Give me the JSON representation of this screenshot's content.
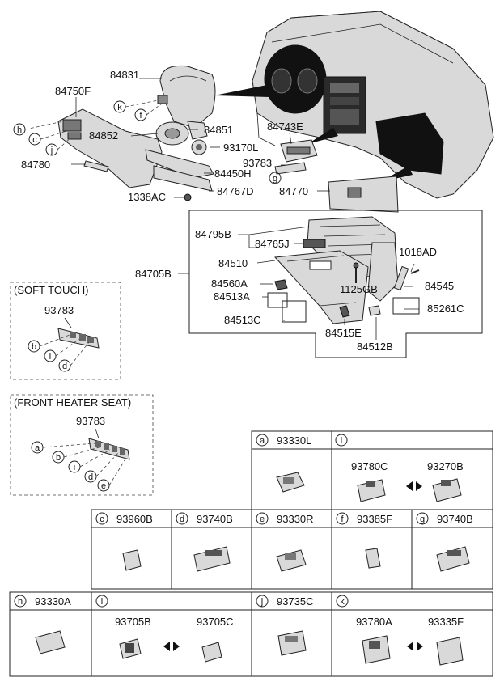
{
  "main_labels": {
    "l84831": "84831",
    "l84750F": "84750F",
    "l84852": "84852",
    "l84851": "84851",
    "l93170L": "93170L",
    "l84780": "84780",
    "l84450H": "84450H",
    "l84767D": "84767D",
    "l1338AC": "1338AC",
    "l84743E": "84743E",
    "l93783": "93783",
    "l84770": "84770",
    "l84795B": "84795B",
    "l84765J": "84765J",
    "l1018AD": "1018AD",
    "l84510": "84510",
    "l84705B": "84705B",
    "l84560A": "84560A",
    "l1125GB": "1125GB",
    "l84545": "84545",
    "l84513A": "84513A",
    "l85261C": "85261C",
    "l84513C": "84513C",
    "l84515E": "84515E",
    "l84512B": "84512B"
  },
  "circle_refs": [
    "k",
    "f",
    "h",
    "c",
    "j",
    "g"
  ],
  "soft_touch": {
    "title": "(SOFT TOUCH)",
    "part": "93783",
    "refs": [
      "b",
      "i",
      "d"
    ]
  },
  "front_heater": {
    "title": "(FRONT HEATER SEAT)",
    "part": "93783",
    "refs": [
      "a",
      "b",
      "i",
      "d",
      "e"
    ]
  },
  "parts_table": {
    "row1": [
      {
        "ref": "a",
        "code": "93330L"
      },
      {
        "ref": "i",
        "code": "",
        "sub": [
          "93780C",
          "93270B"
        ]
      }
    ],
    "row2": [
      {
        "ref": "c",
        "code": "93960B"
      },
      {
        "ref": "d",
        "code": "93740B"
      },
      {
        "ref": "e",
        "code": "93330R"
      },
      {
        "ref": "f",
        "code": "93385F"
      },
      {
        "ref": "g",
        "code": "93740B"
      }
    ],
    "row3": [
      {
        "ref": "h",
        "code": "93330A"
      },
      {
        "ref": "i",
        "code": "",
        "sub": [
          "93705B",
          "93705C"
        ]
      },
      {
        "ref": "j",
        "code": "93735C"
      },
      {
        "ref": "k",
        "code": "",
        "sub": [
          "93780A",
          "93335F"
        ]
      }
    ]
  }
}
